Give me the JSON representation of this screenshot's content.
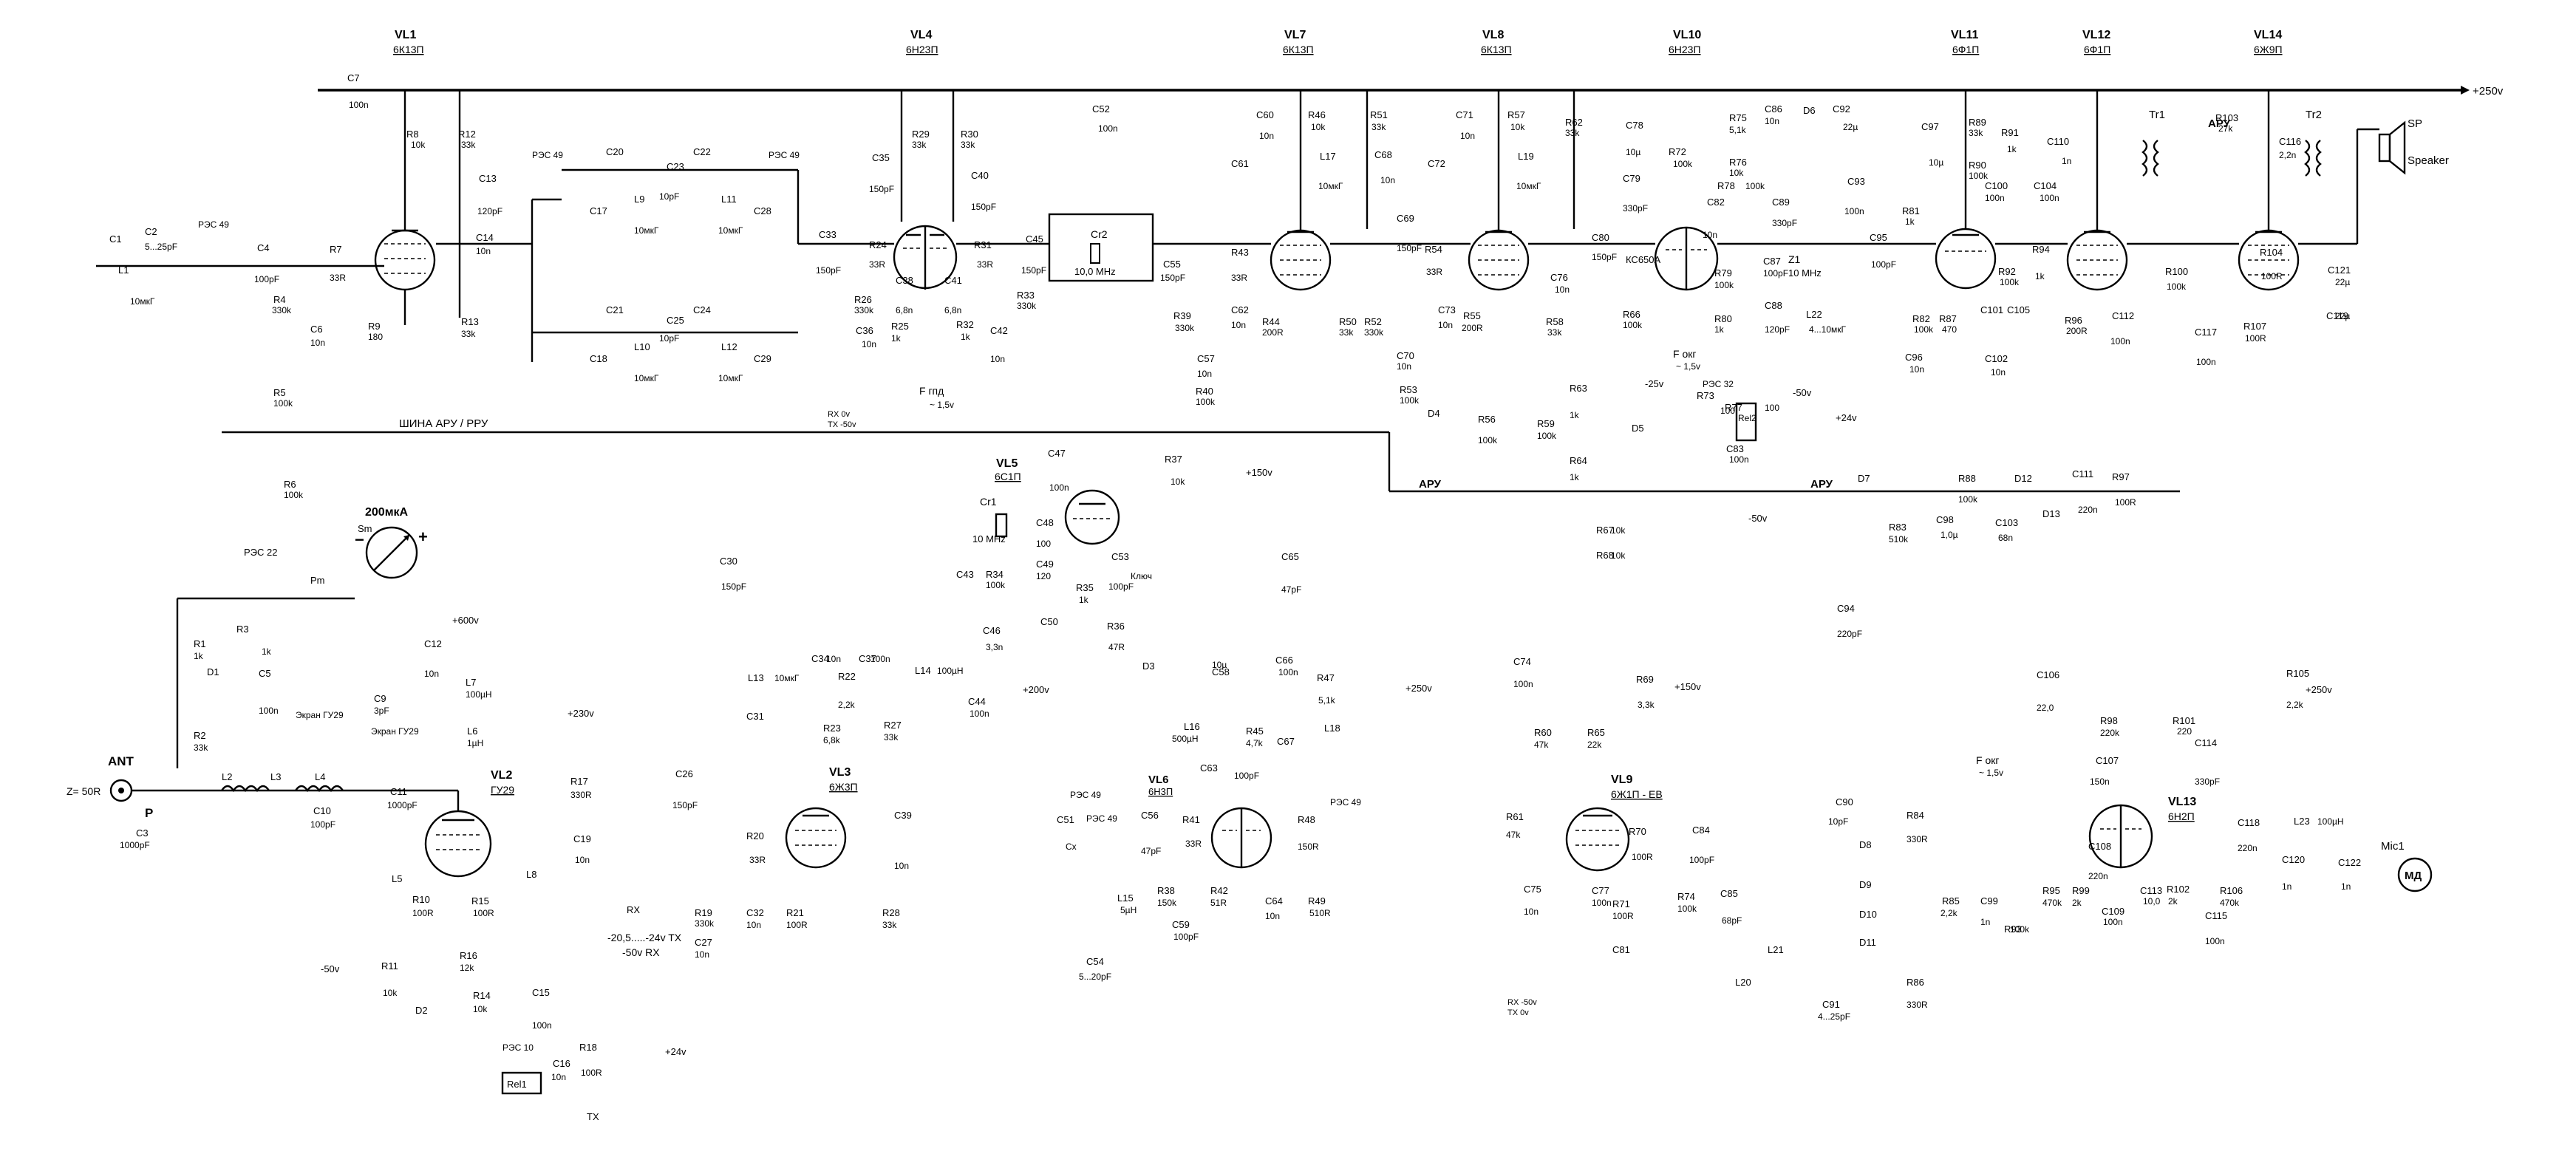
{
  "rails": {
    "plus250": "+250v",
    "bus_label": "ШИНА   АРУ / РРУ",
    "aru_left": "АРУ",
    "aru_right": "АРУ"
  },
  "tubes": [
    {
      "id": "VL1",
      "type": "6К13П"
    },
    {
      "id": "VL4",
      "type": "6Н23П"
    },
    {
      "id": "VL7",
      "type": "6К13П"
    },
    {
      "id": "VL8",
      "type": "6К13П"
    },
    {
      "id": "VL10",
      "type": "6Н23П"
    },
    {
      "id": "VL11",
      "type": "6Ф1П"
    },
    {
      "id": "VL12",
      "type": "6Ф1П"
    },
    {
      "id": "VL14",
      "type": "6Ж9П"
    },
    {
      "id": "VL5",
      "type": "6С1П"
    },
    {
      "id": "VL2",
      "type": "ГУ29"
    },
    {
      "id": "VL3",
      "type": "6Ж3П"
    },
    {
      "id": "VL6",
      "type": "6Н3П"
    },
    {
      "id": "VL9",
      "type": "6Ж1П - ЕВ"
    },
    {
      "id": "VL13",
      "type": "6Н2П"
    }
  ],
  "labels": {
    "ant": "ANT",
    "ant_imp": "Z= 50R",
    "ant_p": "P",
    "meter": "200мкА",
    "sm": "Sm",
    "rm": "Pm",
    "res22": "РЭС 22",
    "screen1": "Экран ГУ29",
    "screen2": "Экран ГУ29",
    "cr1": "Cr1",
    "cr1_f": "10 MHz",
    "cr2": "Cr2",
    "cr2_f": "10,0 MHz",
    "z1": "Z1",
    "z1_f": "10 MHz",
    "d6": "КС650А",
    "speaker": "Speaker",
    "sp": "SP",
    "mic": "Mic1",
    "md": "МД",
    "fgpd": "F гпд",
    "fgpd_v": "~ 1,5v",
    "fokg1": "F окг",
    "fokg1_v": "~ 1,5v",
    "fokg2": "F окг",
    "fokg2_v": "~ 1,5v",
    "kl": "Ключ",
    "tx": "TX",
    "rx": "RX",
    "v600": "+600v",
    "v230": "+230v",
    "v150a": "+150v",
    "v150b": "+150v",
    "v200": "+200v",
    "v250a": "+250v",
    "v250b": "+250v",
    "v24a": "+24v",
    "v24b": "+24v",
    "m50a": "-50v",
    "m50b": "-50v",
    "m50c": "-50v",
    "m25": "-25v",
    "bias": "-20,5.....-24v  TX",
    "bias2": "-50v  RX",
    "rxtx1": "RX 0v",
    "rxtx2": "TX -50v",
    "rxtx3": "RX -50v",
    "rxtx4": "TX 0v",
    "res49a": "РЭС 49",
    "res49b": "РЭС 49",
    "res49c": "РЭС 49",
    "res49d": "РЭС 49",
    "res10": "РЭС 10",
    "res32": "РЭС 32",
    "res49e": "РЭС 49",
    "res49f": "РЭС 49",
    "rel1": "Rel1",
    "rel2": "Rel2",
    "aru_lbl": "АРУ"
  },
  "components": {
    "c7": "C7",
    "c7v": "100n",
    "c1": "C1",
    "c2": "C2",
    "c2v": "5...25pF",
    "l1": "L1",
    "l1v": "10мкГ",
    "c4": "C4",
    "c4v": "100pF",
    "r7": "R7",
    "r7v": "33R",
    "r4": "R4",
    "r4v": "330k",
    "c6": "C6",
    "c6v": "10n",
    "r9": "R9",
    "r9v": "180",
    "r8": "R8",
    "r8v": "10k",
    "r12": "R12",
    "r12v": "33k",
    "c13": "C13",
    "c13v": "120pF",
    "c14": "C14",
    "c14v": "10n",
    "r13": "R13",
    "r13v": "33k",
    "r5": "R5",
    "r5v": "100k",
    "r6": "R6",
    "r6v": "100k",
    "c20": "C20",
    "c17": "C17",
    "l9": "L9",
    "l9v": "10мкГ",
    "c23": "C23",
    "c23v": "10pF",
    "c22": "C22",
    "l11": "L11",
    "l11v": "10мкГ",
    "c28": "C28",
    "c21": "C21",
    "c18": "C18",
    "l10": "L10",
    "l10v": "10мкГ",
    "c25": "C25",
    "c25v": "10pF",
    "c24": "C24",
    "l12": "L12",
    "l12v": "10мкГ",
    "c29": "C29",
    "c35": "C35",
    "c35v": "150pF",
    "r29": "R29",
    "r29v": "33k",
    "r30": "R30",
    "r30v": "33k",
    "c40": "C40",
    "c40v": "150pF",
    "c33": "C33",
    "c33v": "150pF",
    "r24": "R24",
    "r24v": "33R",
    "r31": "R31",
    "r31v": "33R",
    "c38": "C38",
    "c38v": "6,8n",
    "c41": "C41",
    "c41v": "6,8n",
    "r26": "R26",
    "r26v": "330k",
    "r25": "R25",
    "r25v": "1k",
    "c36": "C36",
    "c36v": "10n",
    "r32": "R32",
    "r32v": "1k",
    "c42": "C42",
    "c42v": "10n",
    "r33": "R33",
    "r33v": "330k",
    "c45": "C45",
    "c45v": "150pF",
    "c52": "C52",
    "c52v": "100n",
    "c55": "C55",
    "c55v": "150pF",
    "r43": "R43",
    "r43v": "33R",
    "r39": "R39",
    "r39v": "330k",
    "c57": "C57",
    "c57v": "10n",
    "r40": "R40",
    "r40v": "100k",
    "c60": "C60",
    "c60v": "10n",
    "r46": "R46",
    "r46v": "10k",
    "c61": "C61",
    "l17": "L17",
    "l17v": "10мкГ",
    "r51": "R51",
    "r51v": "33k",
    "c68": "C68",
    "c68v": "10n",
    "c69": "C69",
    "c69v": "150pF",
    "r54": "R54",
    "r54v": "33R",
    "c62": "C62",
    "c62v": "10n",
    "r44": "R44",
    "r44v": "200R",
    "r50": "R50",
    "r50v": "33k",
    "r52": "R52",
    "r52v": "330k",
    "c70": "C70",
    "c70v": "10n",
    "r53": "R53",
    "r53v": "100k",
    "c71": "C71",
    "c71v": "10n",
    "r57": "R57",
    "r57v": "10k",
    "c72": "C72",
    "l19": "L19",
    "l19v": "10мкГ",
    "r62": "R62",
    "r62v": "33k",
    "c73": "C73",
    "c73v": "10n",
    "r55": "R55",
    "r55v": "200R",
    "c76": "C76",
    "c76v": "10n",
    "r58": "R58",
    "r58v": "33k",
    "c78": "C78",
    "c78v": "10µ",
    "r72": "R72",
    "r72v": "100k",
    "r75": "R75",
    "r75v": "5,1k",
    "c86": "C86",
    "c86v": "10n",
    "d6": "D6",
    "r76": "R76",
    "r76v": "10k",
    "c79": "C79",
    "c79v": "330pF",
    "r78": "R78",
    "r78v": "100k",
    "c82": "C82",
    "c82v": "10n",
    "c89": "C89",
    "c89v": "330pF",
    "c80": "C80",
    "c80v": "150pF",
    "c87": "C87",
    "c87v": "100pF",
    "r79": "R79",
    "r79v": "100k",
    "c88": "C88",
    "c88v": "120pF",
    "l22": "L22",
    "l22v": "4...10мкГ",
    "r66": "R66",
    "r66v": "100k",
    "r80": "R80",
    "r80v": "1k",
    "c92": "C92",
    "c92v": "22µ",
    "c93": "C93",
    "c93v": "100n",
    "r81": "R81",
    "r81v": "1k",
    "c95": "C95",
    "c95v": "100pF",
    "c97": "C97",
    "c97v": "10µ",
    "r89": "R89",
    "r89v": "33k",
    "r90": "R90",
    "r90v": "100k",
    "r91": "R91",
    "r91v": "1k",
    "c110": "C110",
    "c110v": "1n",
    "c100": "C100",
    "c100v": "100n",
    "c104": "C104",
    "c104v": "100n",
    "r92": "R92",
    "r92v": "100k",
    "r94": "R94",
    "r94v": "1k",
    "r82": "R82",
    "r82v": "100k",
    "r87": "R87",
    "r87v": "470",
    "c101": "C101",
    "c105": "C105",
    "c102": "C102",
    "c102v": "10n",
    "c96": "C96",
    "c96v": "10n",
    "r96": "R96",
    "r96v": "200R",
    "c112": "C112",
    "c112v": "100n",
    "tr1": "Tr1",
    "tr2": "Tr2",
    "r103": "R103",
    "r103v": "27k",
    "c116": "C116",
    "c116v": "2,2n",
    "r100": "R100",
    "r100v": "100k",
    "r104": "R104",
    "r104v": "100R",
    "c121": "C121",
    "c121v": "22µ",
    "c117": "C117",
    "c117v": "100n",
    "r107": "R107",
    "r107v": "100R",
    "c119": "C119",
    "c119v": "22µ",
    "d4": "D4",
    "r56": "R56",
    "r56v": "100k",
    "r59": "R59",
    "r59v": "100k",
    "r63": "R63",
    "r63v": "1k",
    "r64": "R64",
    "r64v": "1k",
    "d5": "D5",
    "r73": "R73",
    "r73v": "100",
    "r77": "R77",
    "r77v": "100",
    "c83": "C83",
    "c83v": "100n",
    "d7": "D7",
    "r88": "R88",
    "r88v": "100k",
    "d12": "D12",
    "c111": "C111",
    "c111v": "220n",
    "r97": "R97",
    "r97v": "100R",
    "d13": "D13",
    "r83": "R83",
    "r83v": "510k",
    "c98": "C98",
    "c98v": "1,0µ",
    "c103": "C103",
    "c103v": "68n",
    "r67": "R67",
    "r67v": "10k",
    "r68": "R68",
    "r68v": "10k",
    "c47": "C47",
    "c47v": "100n",
    "r37": "R37",
    "r37v": "10k",
    "c48": "C48",
    "c48v": "100",
    "c43": "C43",
    "r34": "R34",
    "r34v": "100k",
    "c49": "C49",
    "c49v": "120",
    "r35": "R35",
    "r35v": "1k",
    "c53": "C53",
    "c53v": "100pF",
    "c50": "C50",
    "c65": "C65",
    "c65v": "47pF",
    "c46": "C46",
    "c46v": "3,3n",
    "r36": "R36",
    "r36v": "47R",
    "c30": "C30",
    "c30v": "150pF",
    "c94": "C94",
    "c94v": "220pF",
    "r1": "R1",
    "r1v": "1k",
    "r3": "R3",
    "r3v": "1k",
    "d1": "D1",
    "c5": "C5",
    "c5v": "100n",
    "r2": "R2",
    "r2v": "33k",
    "c9": "C9",
    "c9v": "3pF",
    "c12": "C12",
    "c12v": "10n",
    "l7": "L7",
    "l7v": "100µH",
    "l6": "L6",
    "l6v": "1µH",
    "c11": "C11",
    "c11v": "1000pF",
    "r17": "R17",
    "r17v": "330R",
    "l2": "L2",
    "l3": "L3",
    "l4": "L4",
    "c3": "C3",
    "c3v": "1000pF",
    "c10": "C10",
    "c10v": "100pF",
    "l5": "L5",
    "r10": "R10",
    "r10v": "100R",
    "r15": "R15",
    "r15v": "100R",
    "l8": "L8",
    "c19": "C19",
    "c19v": "10n",
    "r16": "R16",
    "r16v": "12k",
    "r11": "R11",
    "r11v": "10k",
    "d2": "D2",
    "r14": "R14",
    "r14v": "10k",
    "c15": "C15",
    "c15v": "100n",
    "c16": "C16",
    "c16v": "10n",
    "r18": "R18",
    "r18v": "100R",
    "c26": "C26",
    "c26v": "150pF",
    "l13": "L13",
    "l13v": "10мкГ",
    "c34": "C34",
    "c34v": "10n",
    "c31": "C31",
    "r22": "R22",
    "r22v": "2,2k",
    "c37": "C37",
    "c37v": "100n",
    "l14": "L14",
    "l14v": "100µH",
    "c44": "C44",
    "c44v": "100n",
    "r23": "R23",
    "r23v": "6,8k",
    "r27": "R27",
    "r27v": "33k",
    "r20": "R20",
    "r20v": "33R",
    "c39": "C39",
    "c39v": "10n",
    "r19": "R19",
    "r19v": "330k",
    "c32": "C32",
    "c32v": "10n",
    "r21": "R21",
    "r21v": "100R",
    "r28": "R28",
    "r28v": "33k",
    "c27": "C27",
    "c27v": "10n",
    "d3": "D3",
    "c58": "C58",
    "c58v": "10µ",
    "c66": "C66",
    "c66v": "100n",
    "r47": "R47",
    "r47v": "5,1k",
    "l16": "L16",
    "l16v": "500µH",
    "r45": "R45",
    "r45v": "4,7k",
    "c67": "C67",
    "l18": "L18",
    "c63": "C63",
    "c63v": "100pF",
    "c51": "C51",
    "c51v": "Cx",
    "c56": "C56",
    "c56v": "47pF",
    "r41": "R41",
    "r41v": "33R",
    "r48": "R48",
    "r48v": "150R",
    "l15": "L15",
    "l15v": "5µH",
    "r38": "R38",
    "r38v": "150k",
    "r42": "R42",
    "r42v": "51R",
    "c64": "C64",
    "c64v": "10n",
    "r49": "R49",
    "r49v": "510R",
    "c59": "C59",
    "c59v": "100pF",
    "c54": "C54",
    "c54v": "5...20pF",
    "c74": "C74",
    "c74v": "100n",
    "r69": "R69",
    "r69v": "3,3k",
    "r60": "R60",
    "r60v": "47k",
    "r65": "R65",
    "r65v": "22k",
    "r61": "R61",
    "r61v": "47k",
    "r70": "R70",
    "r70v": "100R",
    "c84": "C84",
    "c84v": "100pF",
    "c75": "C75",
    "c75v": "10n",
    "c77": "C77",
    "c77v": "100n",
    "r71": "R71",
    "r71v": "100R",
    "c81": "C81",
    "r74": "R74",
    "r74v": "100k",
    "c85": "C85",
    "c85v": "68pF",
    "l20": "L20",
    "l21": "L21",
    "c91": "C91",
    "c91v": "4...25pF",
    "c90": "C90",
    "c90v": "10pF",
    "r84": "R84",
    "r84v": "330R",
    "d8": "D8",
    "d9": "D9",
    "d10": "D10",
    "d11": "D11",
    "r85": "R85",
    "r85v": "2,2k",
    "c99": "C99",
    "c99v": "1n",
    "r86": "R86",
    "r86v": "330R",
    "r93": "R93",
    "r93v": "100k",
    "c106": "C106",
    "c106v": "22,0",
    "r105": "R105",
    "r105v": "2,2k",
    "r98": "R98",
    "r98v": "220k",
    "r101": "R101",
    "r101v": "220",
    "c114": "C114",
    "c114v": "330pF",
    "c107": "C107",
    "c107v": "150n",
    "c118": "C118",
    "c118v": "220n",
    "l23": "L23",
    "l23v": "100µH",
    "c120": "C120",
    "c120v": "1n",
    "c122": "C122",
    "c122v": "1n",
    "c108": "C108",
    "c108v": "220n",
    "r95": "R95",
    "r95v": "470k",
    "r99": "R99",
    "r99v": "2k",
    "c113": "C113",
    "c113v": "10,0",
    "r102": "R102",
    "r102v": "2k",
    "r106": "R106",
    "r106v": "470k",
    "c109": "C109",
    "c109v": "100n",
    "c115": "C115",
    "c115v": "100n"
  }
}
